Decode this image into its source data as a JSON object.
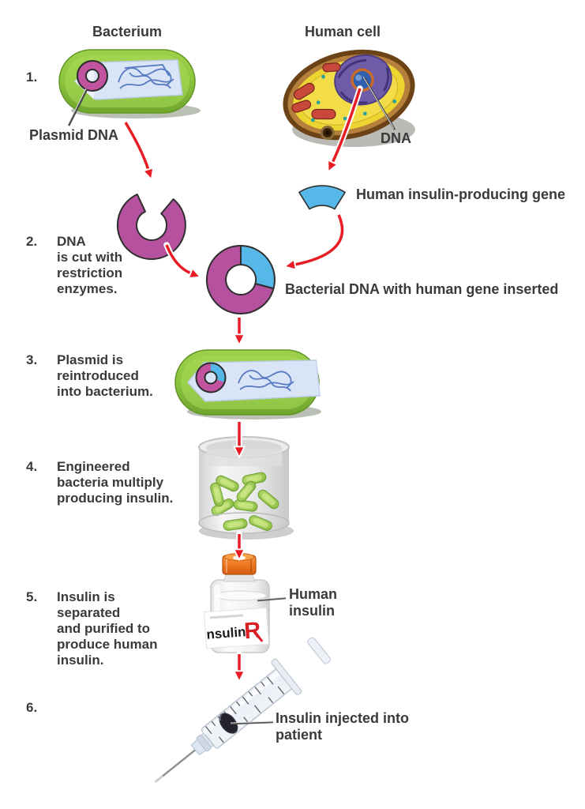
{
  "colors": {
    "plasmid_magenta": "#b5519e",
    "gene_blue": "#56b8e8",
    "arrow_red": "#e81c24",
    "bacterium_green": "#8dc63f",
    "vial_cap_orange": "#ef7622",
    "rx_red": "#d81f26",
    "text": "#3a3a3c"
  },
  "labels": {
    "bacterium": "Bacterium",
    "human_cell": "Human cell",
    "plasmid_dna": "Plasmid DNA",
    "dna": "DNA",
    "gene": "Human insulin-producing gene",
    "recombinant_dna": "Bacterial DNA with human gene inserted",
    "human_insulin_line1": "Human",
    "human_insulin_line2": "insulin",
    "injected_line1": "Insulin injected into",
    "injected_line2": "patient"
  },
  "steps": [
    {
      "num": "1.",
      "lines": []
    },
    {
      "num": "2.",
      "lines": [
        "DNA",
        "is cut with",
        "restriction",
        "enzymes."
      ]
    },
    {
      "num": "3.",
      "lines": [
        "Plasmid is",
        "reintroduced",
        "into bacterium."
      ]
    },
    {
      "num": "4.",
      "lines": [
        "Engineered",
        "bacteria multiply",
        "producing insulin."
      ]
    },
    {
      "num": "5.",
      "lines": [
        "Insulin is",
        "separated",
        "and purified to",
        "produce human",
        "insulin."
      ]
    },
    {
      "num": "6.",
      "lines": []
    }
  ],
  "vial": {
    "label": "nsulin",
    "rx": "R"
  }
}
